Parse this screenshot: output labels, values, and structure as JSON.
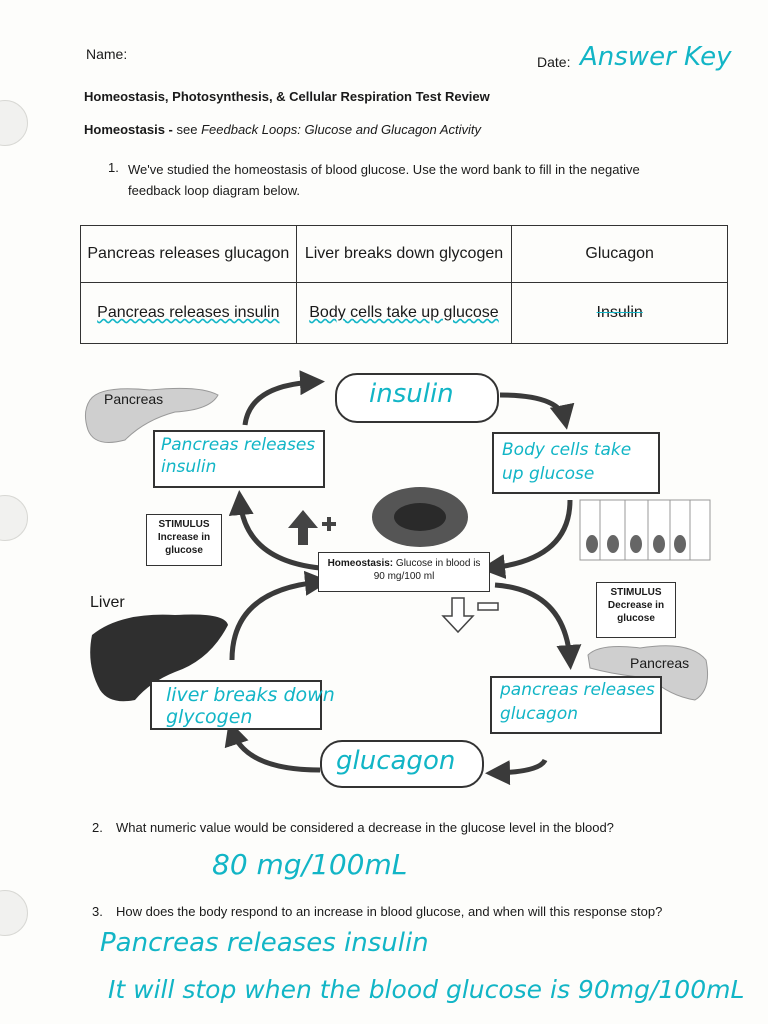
{
  "header": {
    "name_label": "Name:",
    "date_label": "Date:",
    "date_value": "Answer Key",
    "title": "Homeostasis, Photosynthesis, & Cellular Respiration Test Review",
    "section_label": "Homeostasis -",
    "section_see": "see",
    "section_ref": "Feedback Loops: Glucose and Glucagon Activity"
  },
  "q1": {
    "number": "1.",
    "text_line1": "We've studied the homeostasis of blood glucose.  Use the word bank to fill in the negative",
    "text_line2": "feedback loop diagram below."
  },
  "word_bank": [
    [
      "Pancreas releases glucagon",
      "Liver breaks down glycogen",
      "Glucagon"
    ],
    [
      "Pancreas releases insulin",
      "Body cells take up glucose",
      "Insulin"
    ]
  ],
  "diagram": {
    "pancreas_top": "Pancreas",
    "pancreas_bottom": "Pancreas",
    "liver": "Liver",
    "stimulus_increase": "STIMULUS Increase in glucose",
    "stimulus_decrease": "STIMULUS Decrease in glucose",
    "homeostasis_title": "Homeostasis:",
    "homeostasis_text": "Glucose in blood is 90 mg/100 ml",
    "answer_insulin": "insulin",
    "answer_pancreas_insulin": "Pancreas releases insulin",
    "answer_body_cells": "Body cells take up glucose",
    "answer_liver": "liver breaks down glycogen",
    "answer_pancreas_glucagon": "pancreas releases glucagon",
    "answer_glucagon": "glucagon"
  },
  "q2": {
    "number": "2.",
    "text": "What numeric value would be considered a decrease in the glucose level in the blood?",
    "answer": "80 mg/100mL"
  },
  "q3": {
    "number": "3.",
    "text": "How does the body respond to an increase in blood glucose, and when will this response stop?",
    "answer_line1": "Pancreas releases insulin",
    "answer_line2": "It will stop when the blood glucose is 90mg/100mL"
  }
}
